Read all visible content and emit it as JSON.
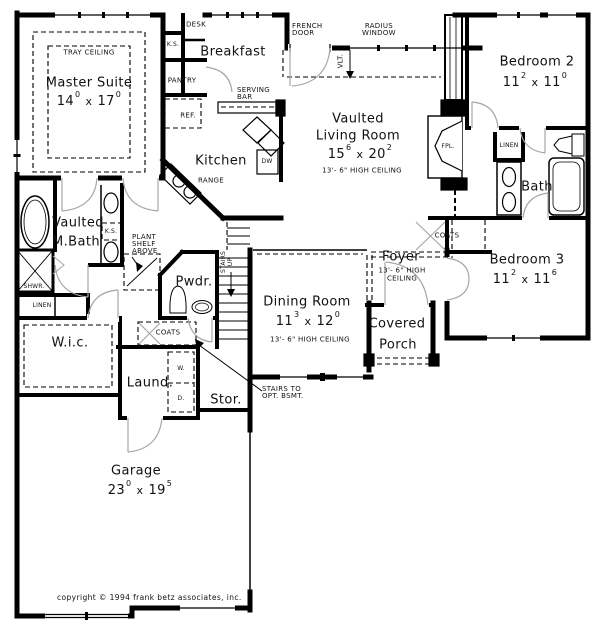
{
  "rooms": {
    "master": {
      "label": "Master Suite",
      "note": "TRAY CEILING",
      "dims": {
        "a": "14",
        "as": "0",
        "x": "x",
        "b": "17",
        "bs": "0"
      }
    },
    "breakfast": {
      "label": "Breakfast"
    },
    "kitchen": {
      "label": "Kitchen"
    },
    "living": {
      "label1": "Vaulted",
      "label2": "Living Room",
      "dims": {
        "a": "15",
        "as": "6",
        "x": "x",
        "b": "20",
        "bs": "2"
      },
      "ceiling": "13'- 6\" HIGH CEILING"
    },
    "bedroom2": {
      "label": "Bedroom 2",
      "dims": {
        "a": "11",
        "as": "2",
        "x": "x",
        "b": "11",
        "bs": "0"
      }
    },
    "bath": {
      "label": "Bath"
    },
    "bedroom3": {
      "label": "Bedroom 3",
      "dims": {
        "a": "11",
        "as": "2",
        "x": "x",
        "b": "11",
        "bs": "6"
      }
    },
    "mbath": {
      "label1": "Vaulted",
      "label2": "M.Bath"
    },
    "powder": {
      "label": "Pwdr."
    },
    "dining": {
      "label": "Dining Room",
      "dims": {
        "a": "11",
        "as": "3",
        "x": "x",
        "b": "12",
        "bs": "0"
      },
      "ceiling": "13'- 6\" HIGH CEILING"
    },
    "foyer": {
      "label": "Foyer",
      "ceiling1": "13'- 6\" HIGH",
      "ceiling2": "CEILING"
    },
    "porch": {
      "label1": "Covered",
      "label2": "Porch"
    },
    "wic": {
      "label": "W.i.c."
    },
    "laundry": {
      "label": "Laund."
    },
    "storage": {
      "label": "Stor."
    },
    "garage": {
      "label": "Garage",
      "dims": {
        "a": "23",
        "as": "0",
        "x": "x",
        "b": "19",
        "bs": "5"
      }
    }
  },
  "fixtures": {
    "desk": "DESK",
    "kitchen_shelves": "K.S.",
    "pantry": "PANTRY",
    "refrigerator": "REF.",
    "serving1": "SERVING",
    "serving2": "BAR",
    "range": "RANGE",
    "dishwasher": "DW",
    "french1": "FRENCH",
    "french2": "DOOR",
    "radius1": "RADIUS",
    "radius2": "WINDOW",
    "vault": "VLT.",
    "fireplace": "FPL.",
    "linen_bath": "LINEN",
    "coats_foyer": "COATS",
    "linen_hall": "LINEN",
    "mbath_shelves": "K.S.",
    "shower": "SHWR.",
    "plant1": "PLANT",
    "plant2": "SHELF",
    "plant3": "ABOVE",
    "stairs_up1": "STAIRS",
    "stairs_up2": "UP",
    "coats_hall": "COATS",
    "washer": "W.",
    "dryer": "D.",
    "bsmt1": "STAIRS TO",
    "bsmt2": "OPT. BSMT."
  },
  "footer": {
    "copyright": "copyright © 1994 frank betz associates, inc."
  },
  "colors": {
    "wall": "#000000",
    "background": "#ffffff",
    "door": "#a6a6a6"
  }
}
